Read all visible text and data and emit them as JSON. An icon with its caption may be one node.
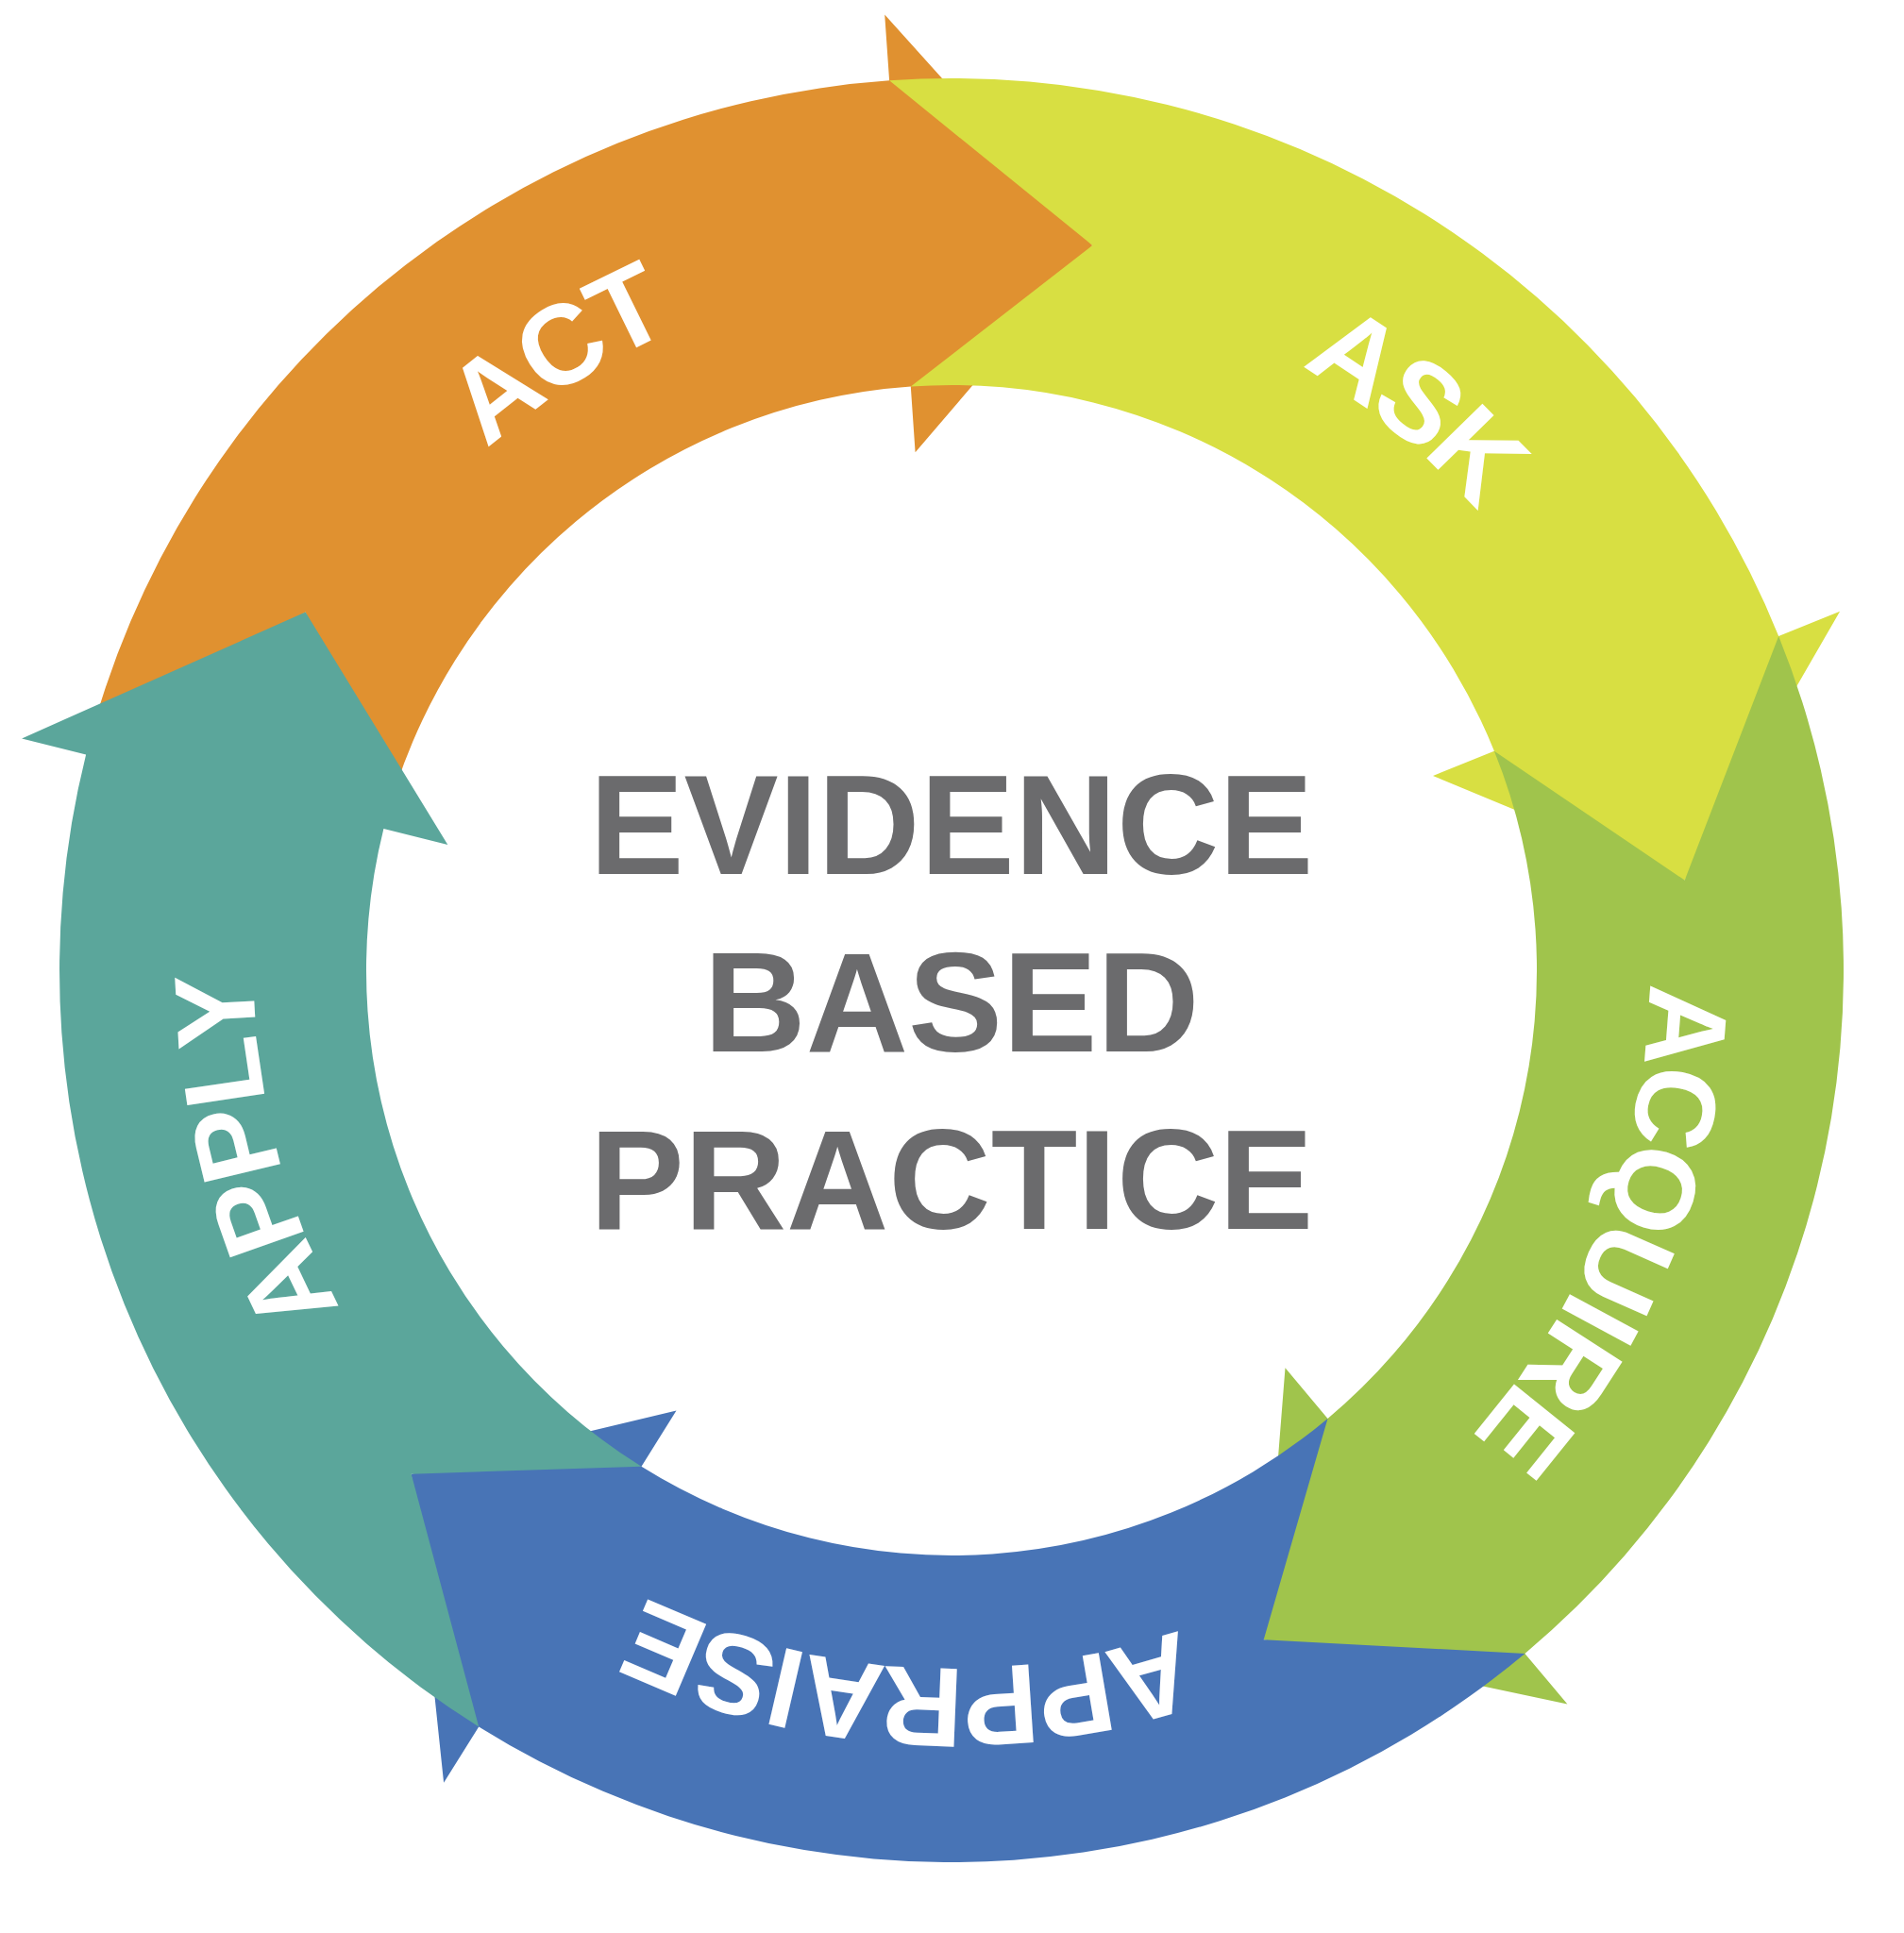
{
  "diagram": {
    "title": "EVIDENCE BASED PRACTICE",
    "nodes": [
      {
        "text": [
          "ACT"
        ]
      },
      {
        "text": [
          "ASK"
        ]
      },
      {
        "text": [
          "ACQUIRE"
        ]
      },
      {
        "text": [
          "APPRAISE"
        ]
      },
      {
        "text": [
          "APPLY"
        ]
      }
    ]
  }
}
